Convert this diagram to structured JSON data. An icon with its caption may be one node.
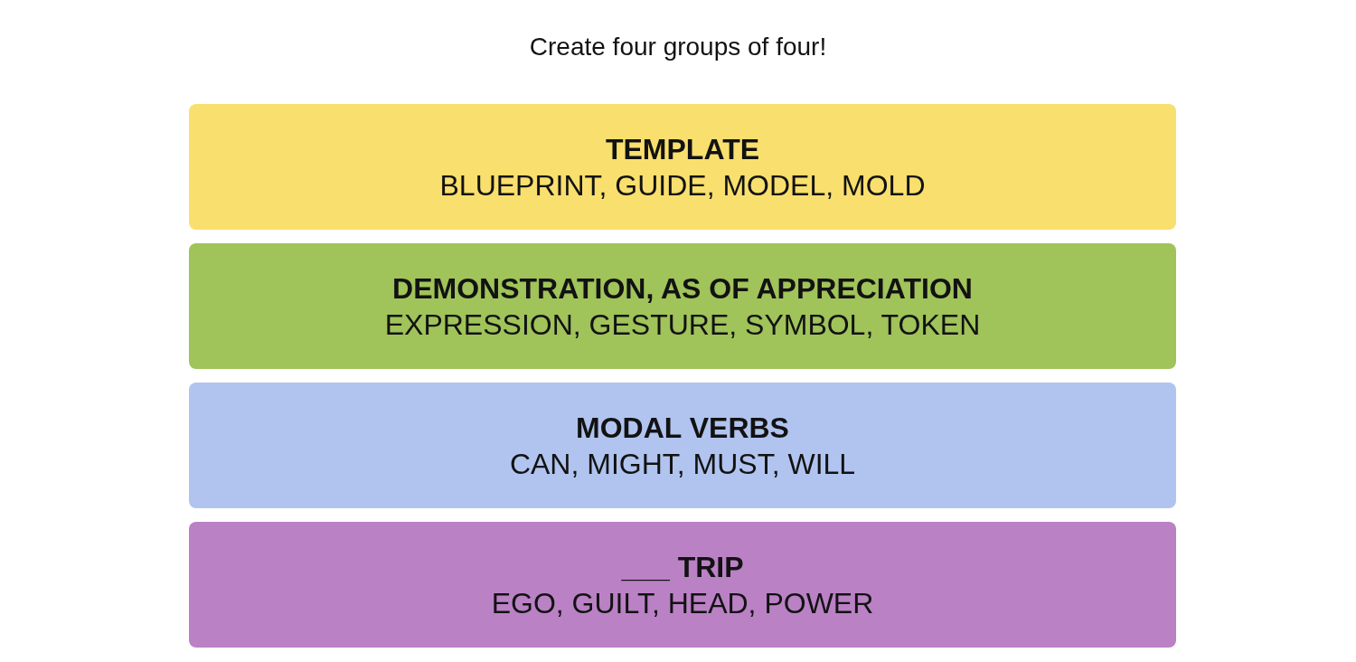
{
  "diagram": {
    "title": "Create four groups of four!",
    "nodes": [
      {
        "text": [
          "TEMPLATE",
          "BLUEPRINT, GUIDE, MODEL, MOLD"
        ]
      },
      {
        "text": [
          "DEMONSTRATION, AS OF APPRECIATION",
          "EXPRESSION, GESTURE, SYMBOL, TOKEN"
        ]
      },
      {
        "text": [
          "MODAL VERBS",
          "CAN, MIGHT, MUST, WILL"
        ]
      },
      {
        "text": [
          "___ TRIP",
          "EGO, GUILT, HEAD, POWER"
        ]
      }
    ]
  }
}
